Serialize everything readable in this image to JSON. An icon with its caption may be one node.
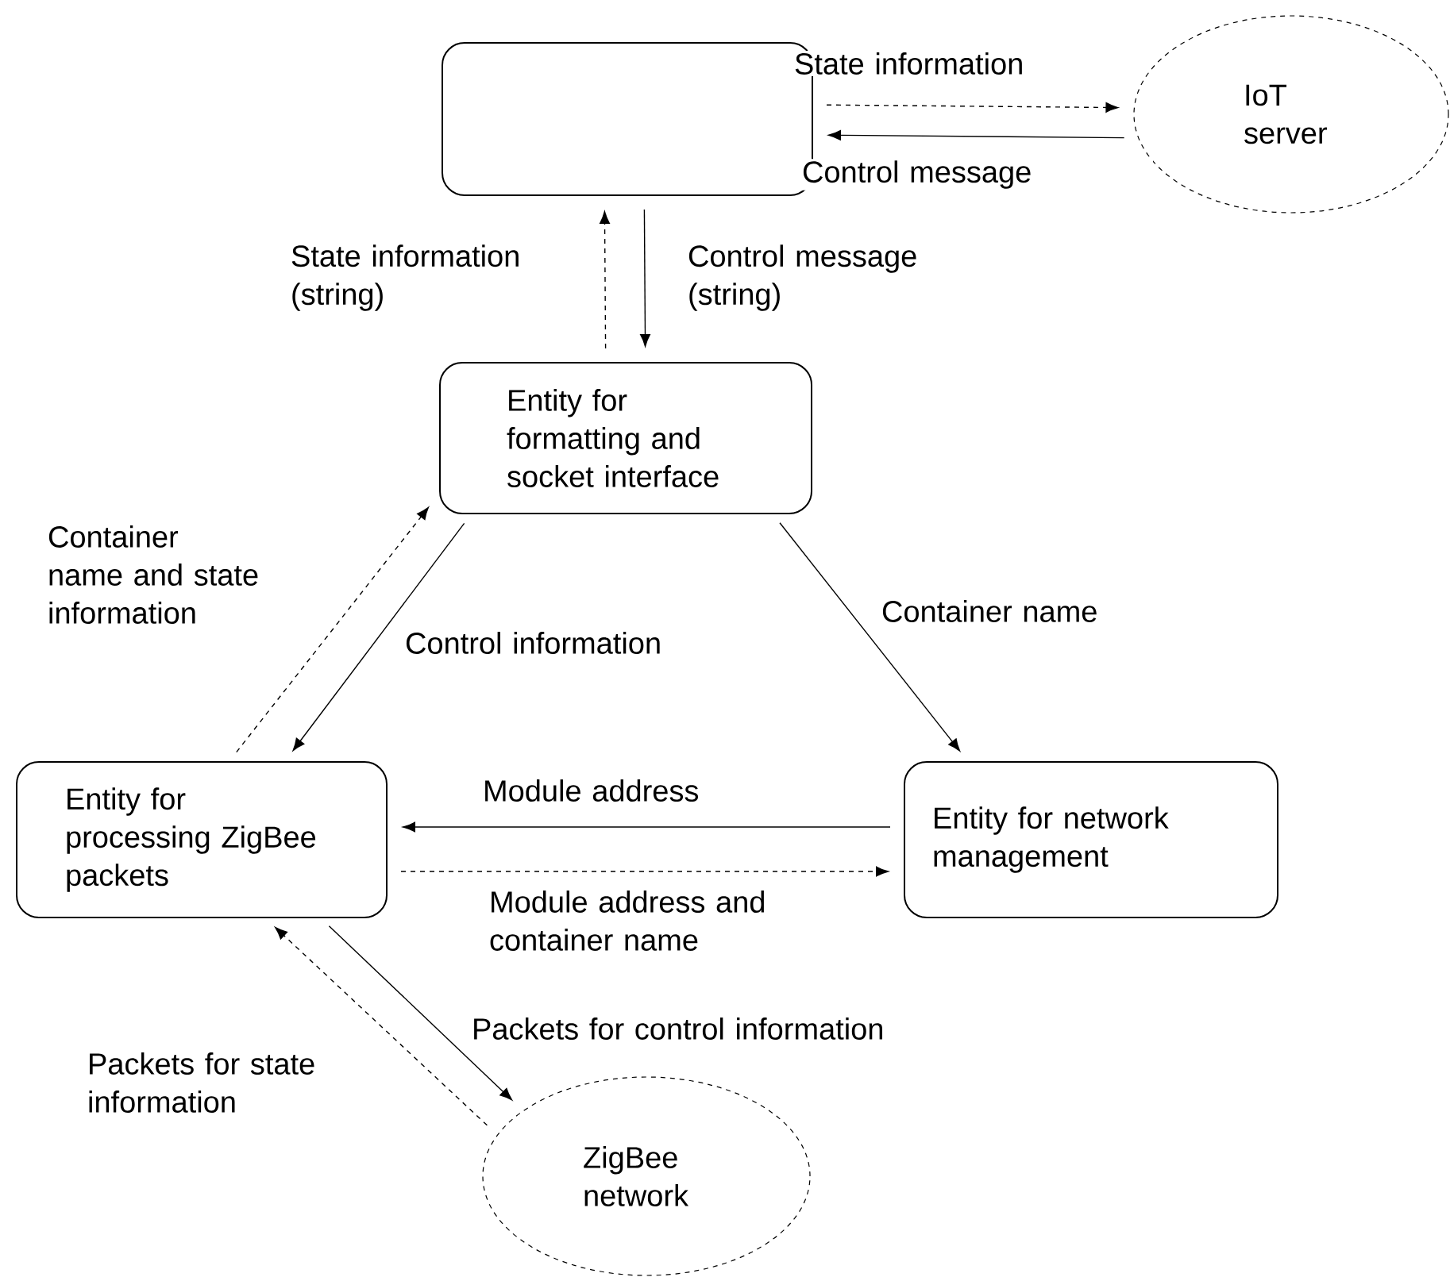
{
  "diagram": {
    "nodes": [
      {
        "text": [],
        "shape": "box"
      },
      {
        "text": [
          "IoT server"
        ]
      },
      {
        "text": [
          "Entity for formatting and socket interface"
        ]
      },
      {
        "text": [
          "Entity for processing ZigBee packets"
        ]
      },
      {
        "text": [
          "Entity for network management"
        ]
      },
      {
        "text": [
          "ZigBee network"
        ]
      }
    ],
    "edges": [
      {
        "from": 0,
        "to": 1,
        "arrow": "to",
        "style": "dashed",
        "label": "State information"
      },
      {
        "from": 1,
        "to": 0,
        "arrow": "to",
        "label": "Control message"
      },
      {
        "from": 2,
        "to": 0,
        "arrow": "to",
        "style": "dashed",
        "label": "State information (string)"
      },
      {
        "from": 0,
        "to": 2,
        "arrow": "to",
        "label": "Control message (string)"
      },
      {
        "from": 3,
        "to": 2,
        "arrow": "to",
        "style": "dashed",
        "label": "Container name and state information"
      },
      {
        "from": 2,
        "to": 3,
        "arrow": "to",
        "label": "Control information"
      },
      {
        "from": 2,
        "to": 4,
        "arrow": "to",
        "label": "Container name"
      },
      {
        "from": 4,
        "to": 3,
        "arrow": "to",
        "label": "Module address"
      },
      {
        "from": 3,
        "to": 4,
        "arrow": "to",
        "style": "dashed",
        "label": "Module address and container name"
      },
      {
        "from": 3,
        "to": 5,
        "arrow": "to",
        "label": "Packets for control information"
      },
      {
        "from": 5,
        "to": 3,
        "arrow": "to",
        "style": "dashed",
        "label": "Packets for state information"
      }
    ]
  }
}
